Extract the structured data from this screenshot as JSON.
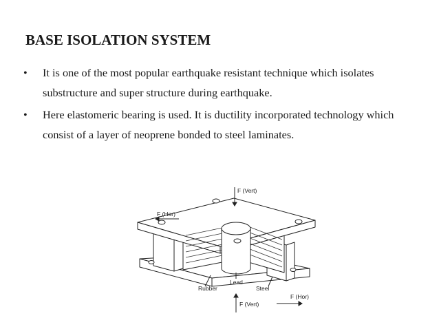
{
  "slide": {
    "title": "BASE ISOLATION SYSTEM",
    "bullet_symbol": "•",
    "bullets": [
      "It is one of the most popular earthquake resistant technique which isolates substructure and super structure during earthquake.",
      "Here elastomeric bearing is used. It is ductility incorporated technology which consist of a layer of neoprene bonded to steel laminates."
    ]
  },
  "figure": {
    "labels": {
      "f_vert_top": "F (Vert)",
      "f_hor_left": "F (Hor)",
      "lead": "Lead",
      "rubber": "Rubber",
      "steel": "Steel",
      "f_hor_right": "F (Hor)",
      "f_vert_bottom": "F (Vert)"
    }
  }
}
